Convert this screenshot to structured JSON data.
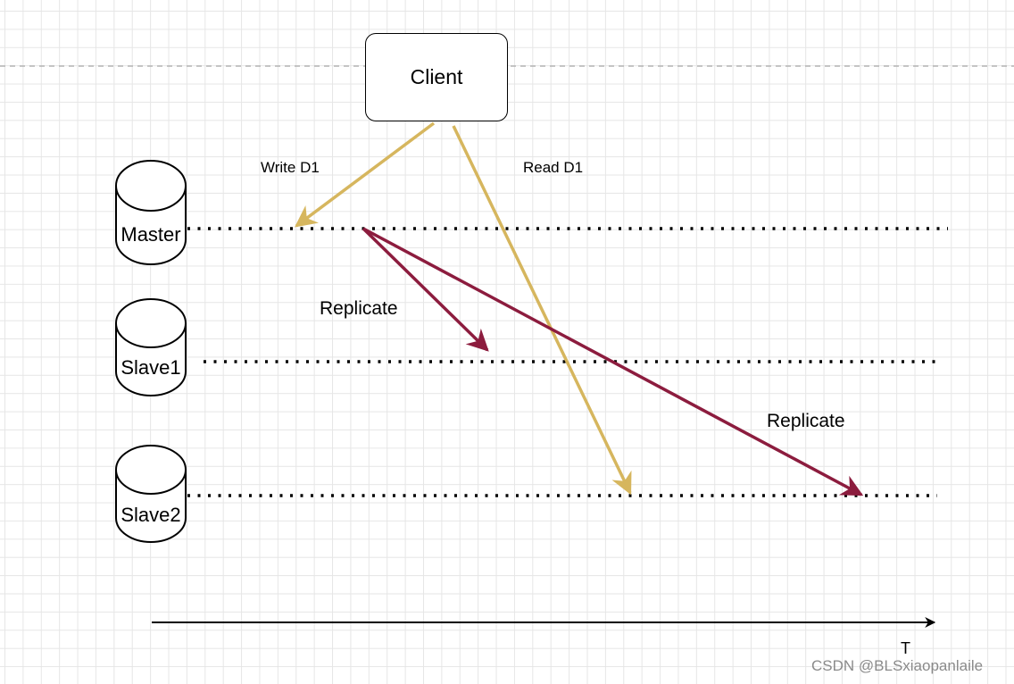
{
  "nodes": {
    "client": "Client",
    "master": "Master",
    "slave1": "Slave1",
    "slave2": "Slave2"
  },
  "edges": {
    "write": "Write D1",
    "read": "Read D1",
    "replicate_1": "Replicate",
    "replicate_2": "Replicate"
  },
  "axis": {
    "label": "T"
  },
  "watermark": "CSDN @BLSxiaopanlaile",
  "colors": {
    "client_arrows": "#d6b65e",
    "replicate_arrows": "#8c1c3e",
    "grid": "#e6e6e6",
    "timeline_dots": "#000000"
  }
}
